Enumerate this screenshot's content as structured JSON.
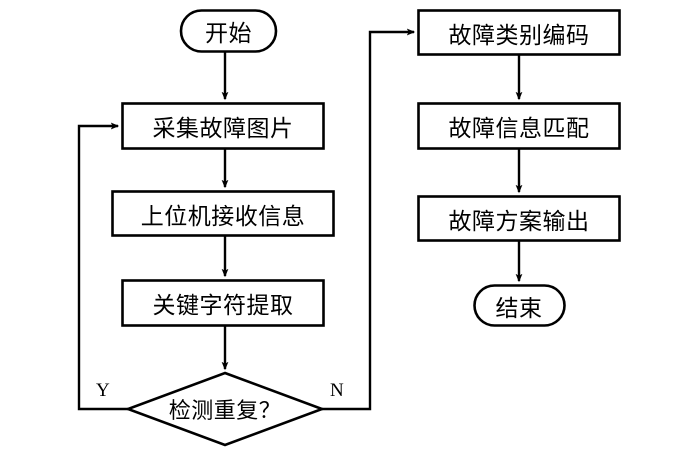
{
  "diagram": {
    "type": "flowchart",
    "orientation": "two-column, left column loops back, right column terminates",
    "background_color": "#ffffff",
    "stroke_color": "#000000",
    "nodes": [
      {
        "id": "start",
        "shape": "terminator",
        "label": "开始",
        "column": "left"
      },
      {
        "id": "capture",
        "shape": "process",
        "label": "采集故障图片",
        "column": "left"
      },
      {
        "id": "receive",
        "shape": "process",
        "label": "上位机接收信息",
        "column": "left"
      },
      {
        "id": "extract",
        "shape": "process",
        "label": "关键字符提取",
        "column": "left"
      },
      {
        "id": "decision",
        "shape": "decision",
        "label": "检测重复？",
        "column": "left"
      },
      {
        "id": "encode",
        "shape": "process",
        "label": "故障类别编码",
        "column": "right"
      },
      {
        "id": "match",
        "shape": "process",
        "label": "故障信息匹配",
        "column": "right"
      },
      {
        "id": "output",
        "shape": "process",
        "label": "故障方案输出",
        "column": "right"
      },
      {
        "id": "end",
        "shape": "terminator",
        "label": "结束",
        "column": "right"
      }
    ],
    "edges": [
      {
        "from": "start",
        "to": "capture",
        "label": ""
      },
      {
        "from": "capture",
        "to": "receive",
        "label": ""
      },
      {
        "from": "receive",
        "to": "extract",
        "label": ""
      },
      {
        "from": "extract",
        "to": "decision",
        "label": ""
      },
      {
        "from": "decision",
        "to": "capture",
        "label": "Y"
      },
      {
        "from": "decision",
        "to": "encode",
        "label": "N"
      },
      {
        "from": "encode",
        "to": "match",
        "label": ""
      },
      {
        "from": "match",
        "to": "output",
        "label": ""
      },
      {
        "from": "output",
        "to": "end",
        "label": ""
      }
    ],
    "edge_labels": {
      "yes": "Y",
      "no": "N"
    }
  }
}
